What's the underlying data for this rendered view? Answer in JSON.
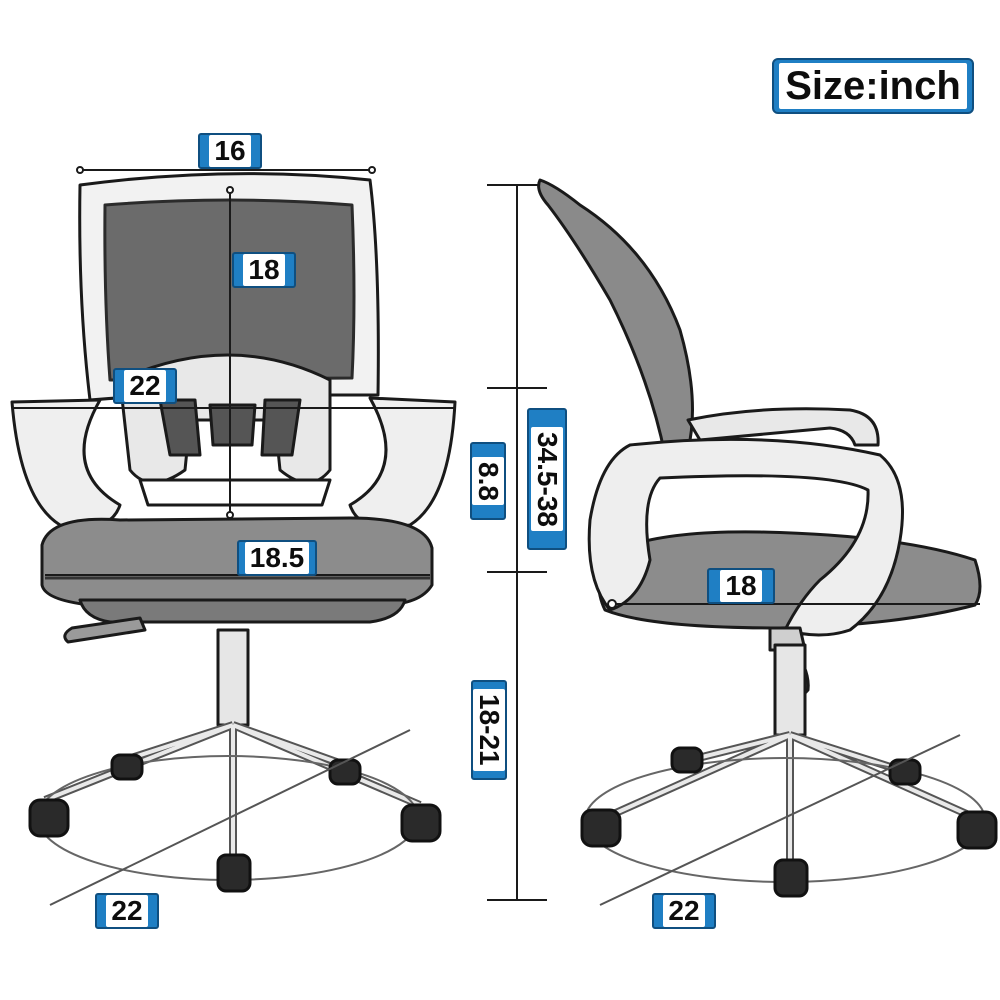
{
  "unit_label": "Size:inch",
  "front_view": {
    "top_width": "16",
    "backrest_height": "18",
    "arm_width": "22",
    "armrest_height": "8.8",
    "seat_width": "18.5",
    "seat_height": "18-21",
    "base_diameter": "22"
  },
  "side_view": {
    "total_height": "34.5-38",
    "seat_depth": "18",
    "base_diameter": "22"
  },
  "colors": {
    "label_fill": "#1f7fc4",
    "label_border": "#0f4f80",
    "line_color": "#1a1a1a"
  }
}
